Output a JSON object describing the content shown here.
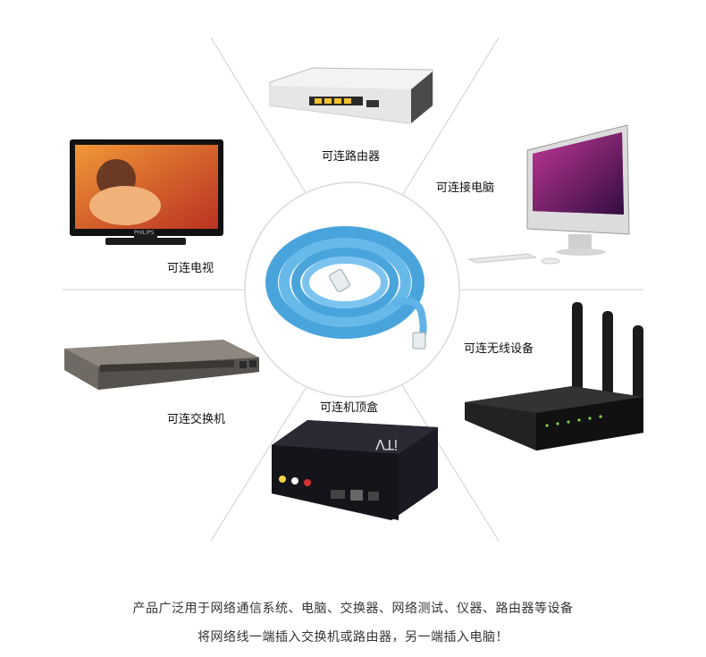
{
  "labels": {
    "router": "可连路由器",
    "computer": "可连接电脑",
    "tv": "可连电视",
    "wireless": "可连无线设备",
    "switch": "可连交换机",
    "stb": "可连机顶盒"
  },
  "device_brands": {
    "tv_brand": "PHILIPS",
    "stb_logo": "iTV"
  },
  "caption": {
    "line1": "产品广泛用于网络通信系统、电脑、交换器、网络测试、仪器、路由器等设备",
    "line2": "将网络线一端插入交换机或路由器，另一端插入电脑！"
  },
  "colors": {
    "cable": "#5fb3e6",
    "spoke": "#c8c8c8"
  }
}
